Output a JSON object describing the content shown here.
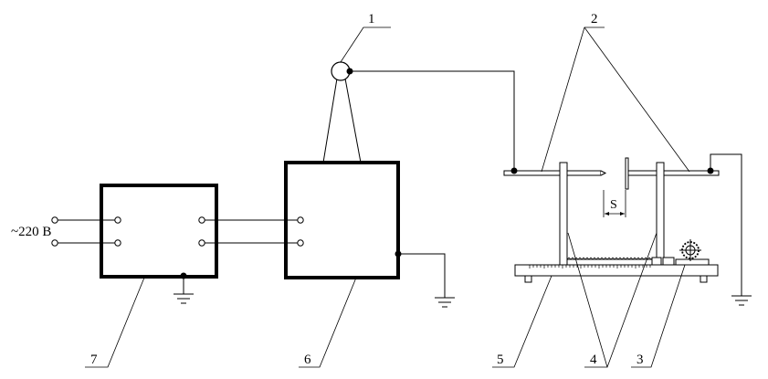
{
  "labels": {
    "l1": "1",
    "l2": "2",
    "l3": "3",
    "l4": "4",
    "l5": "5",
    "l6": "6",
    "l7": "7"
  },
  "supply": "~220 В",
  "gap_label": "S",
  "colors": {
    "stroke": "#000000",
    "background": "#ffffff"
  }
}
